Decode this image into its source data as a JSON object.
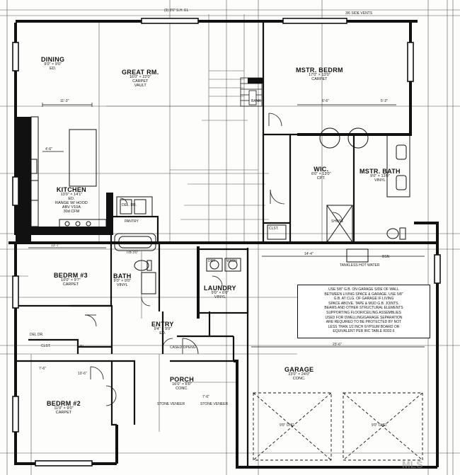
{
  "rooms": {
    "dining": {
      "name": "DINING",
      "spec1": "9'0\" × 9'0\"",
      "spec2": "ED."
    },
    "great_room": {
      "name": "GREAT RM.",
      "spec1": "16'0\" × 22'0\"",
      "spec2": "CARPET",
      "spec3": "VAULT"
    },
    "master_bedroom": {
      "name": "MSTR. BEDRM",
      "spec1": "17'0\" × 13'0\"",
      "spec2": "CARPET"
    },
    "kitchen": {
      "name": "KITCHEN",
      "spec1": "13'0\" × 14'1\"",
      "spec2": "ED.",
      "spec3": "RANGE W/ HOOD",
      "spec4": "ABV V10A",
      "spec5": "30d CFM"
    },
    "wic": {
      "name": "WIC.",
      "spec1": "6'0\" × 13'0\"",
      "spec2": "CPT."
    },
    "master_bath": {
      "name": "MSTR. BATH",
      "spec1": "9'0\" × 13'0\"",
      "spec2": "VINYL"
    },
    "bedroom3": {
      "name": "BEDRM #3",
      "spec1": "10'0\" × 9'7\"",
      "spec2": "CARPET"
    },
    "bath": {
      "name": "BATH",
      "spec1": "9'0\" × 9'0\"",
      "spec2": "VINYL"
    },
    "laundry": {
      "name": "LAUNDRY",
      "spec1": "9'0\" × 6'0\"",
      "spec2": "VINYL"
    },
    "entry": {
      "name": "ENTRY",
      "spec1": "9'4\" × 9'0\"",
      "spec2": "ED."
    },
    "garage": {
      "name": "GARAGE",
      "spec1": "23'0\" × 24'0\"",
      "spec2": "CONC."
    },
    "porch": {
      "name": "PORCH",
      "spec1": "16'0\" × 6'0\"",
      "spec2": "CONC."
    },
    "bedroom2": {
      "name": "BEDRM #2",
      "spec1": "11'0\" × 9'0\"",
      "spec2": "CARPET"
    }
  },
  "fixtures": {
    "pantry": "PANTRY",
    "del_dr": "DEL. DR.",
    "clst": "CLST.",
    "closet_entry": "CLST.",
    "dryer": "DRY",
    "washer": "WASH",
    "tankless": "TANKLESS HOT WATER",
    "sink_label": "BSN",
    "bank": "BANK",
    "del_dr2": "DEL DR.",
    "linen": "LIN",
    "shower": "SHWR",
    "sh_tub": "T/B 3'0\"",
    "gar_door1": "9'0\" OHD.",
    "gar_door2": "9'0\" OHD.",
    "cased": "CASED OPENG",
    "stone1": "STONE VENEER",
    "stone2": "STONE VENEER"
  },
  "dims": {
    "top_right": "3/6 SIDE VENTS",
    "top_mid": "(3) 3'6\" S.H. EL",
    "d1": "11'-3\"",
    "d2": "4'-6\"",
    "d3": "6'-6\"",
    "d4": "5'-2\"",
    "d5": "13'-7\"",
    "d6": "7'-6\"",
    "d7": "10'-6\"",
    "d8": "23'-6\"",
    "d9": "7'-6\"",
    "d10": "14'-4\""
  },
  "note": {
    "lines": [
      "USE 5/8\" G.B. ON GARAGE SIDE OF WALL",
      "BETWEEN LIVING SPACE & GARAGE. USE 5/8\"",
      "G.B. AT CLG. OF GARAGE IF LIVING",
      "SPACE ABOVE. TAPE & MUD G.B. JOINTS.",
      "BEAMS AND OTHER STRUCTURAL ELEMENTS",
      "SUPPORTING FLOOR/CEILING ASSEMBLIES",
      "USED FOR DWELLING/GARAGE SEPARATION",
      "ARE REQUIRED TO BE PROTECTED BY NOT",
      "LESS THAN 1/2 INCH GYPSUM BOARD OR",
      "EQUIVALENT PER IRC TABLE R302.6"
    ]
  },
  "watermark": "MLS"
}
